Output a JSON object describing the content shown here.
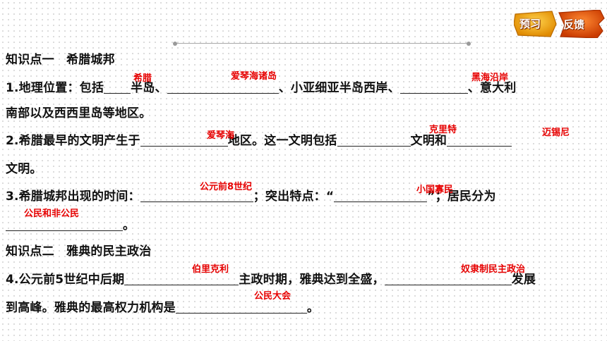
{
  "badges": {
    "left": "预习",
    "right": "反馈"
  },
  "lines": {
    "l1": "知识点一　希腊城邦",
    "l2a": "1.地理位置：包括",
    "l2b": "半岛、",
    "l2c": "、小亚细亚半岛西岸、",
    "l2d": "、意大利",
    "l3": "南部以及西西里岛等地区。",
    "l4a": "2.希腊最早的文明产生于",
    "l4b": "地区。这一文明包括",
    "l4c": "文明和",
    "l5": "文明。",
    "l6a": "3.希腊城邦出现的时间：",
    "l6b": "；突出特点：“",
    "l6c": "”；居民分为",
    "l7": "。",
    "l8": "知识点二　雅典的民主政治",
    "l9a": "4.公元前5世纪中后期",
    "l9b": "主政时期，雅典达到全盛，",
    "l9c": "发展",
    "l10a": "到高峰。雅典的最高权力机构是",
    "l10b": "。"
  },
  "answers": {
    "a1": "希腊",
    "a2": "爱琴海诸岛",
    "a3": "黑海沿岸",
    "a4": "爱琴海",
    "a5": "克里特",
    "a6": "迈锡尼",
    "a7": "公元前8世纪",
    "a8": "小国寡民",
    "a9": "公民和非公民",
    "a10": "伯里克利",
    "a11": "奴隶制民主政治",
    "a12": "公民大会"
  },
  "colors": {
    "answer": "#e60000",
    "badge_left": "#f0a020",
    "badge_right": "#e8500a"
  }
}
